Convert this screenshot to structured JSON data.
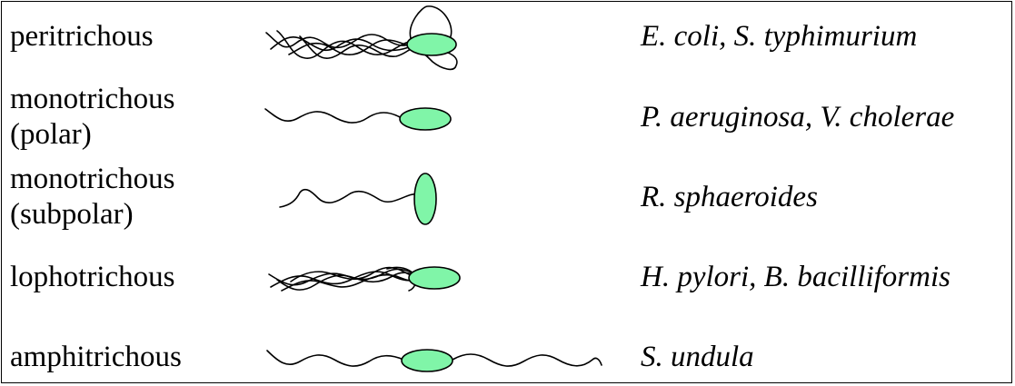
{
  "rows": [
    {
      "label_lines": [
        "peritrichous"
      ],
      "species": "E. coli, S. typhimurium",
      "flagella": "peritrichous"
    },
    {
      "label_lines": [
        "monotrichous",
        "(polar)"
      ],
      "species": "P. aeruginosa, V. cholerae",
      "flagella": "monotrichous-polar"
    },
    {
      "label_lines": [
        "monotrichous",
        "(subpolar)"
      ],
      "species": "R. sphaeroides",
      "flagella": "monotrichous-subpolar"
    },
    {
      "label_lines": [
        "lophotrichous"
      ],
      "species": "H. pylori, B. bacilliformis",
      "flagella": "lophotrichous"
    },
    {
      "label_lines": [
        "amphitrichous"
      ],
      "species": "S. undula",
      "flagella": "amphitrichous"
    }
  ],
  "colors": {
    "cell_fill": "#80f5a8",
    "stroke": "#000000",
    "background": "#ffffff"
  }
}
